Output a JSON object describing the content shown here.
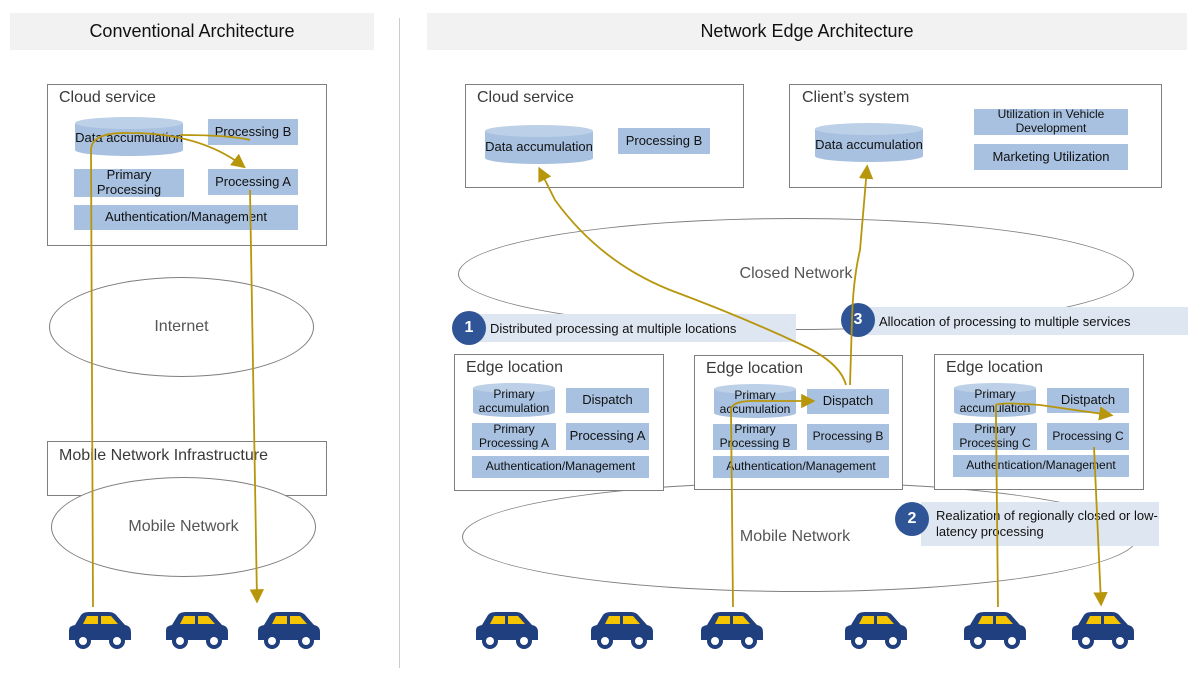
{
  "left": {
    "title": "Conventional Architecture",
    "cloud": {
      "title": "Cloud service",
      "data_accumulation": "Data accumulation",
      "processing_b": "Processing B",
      "primary_processing": "Primary Processing",
      "processing_a": "Processing A",
      "auth": "Authentication/Management"
    },
    "internet": "Internet",
    "mni": "Mobile Network Infrastructure",
    "mobile_network": "Mobile Network"
  },
  "right": {
    "title": "Network Edge Architecture",
    "cloud": {
      "title": "Cloud service",
      "data_accumulation": "Data accumulation",
      "processing_b": "Processing B"
    },
    "client": {
      "title": "Client’s system",
      "data_accumulation": "Data accumulation",
      "vehicle_dev": "Utilization in Vehicle Development",
      "marketing": "Marketing Utilization"
    },
    "closed_network": "Closed Network",
    "mobile_network": "Mobile Network",
    "edges": [
      {
        "title": "Edge location",
        "primary_accumulation": "Primary accumulation",
        "dispatch": "Dispatch",
        "primary_processing": "Primary Processing A",
        "processing": "Processing A",
        "auth": "Authentication/Management"
      },
      {
        "title": "Edge location",
        "primary_accumulation": "Primary accumulation",
        "dispatch": "Dispatch",
        "primary_processing": "Primary Processing B",
        "processing": "Processing B",
        "auth": "Authentication/Management"
      },
      {
        "title": "Edge location",
        "primary_accumulation": "Primary accumulation",
        "dispatch": "Distpatch",
        "primary_processing": "Primary Processing C",
        "processing": "Processing C",
        "auth": "Authentication/Management"
      }
    ],
    "callouts": [
      {
        "num": "1",
        "text": "Distributed processing at multiple locations"
      },
      {
        "num": "2",
        "text": "Realization of regionally closed or low-latency processing"
      },
      {
        "num": "3",
        "text": "Allocation of processing to multiple services"
      }
    ]
  },
  "colors": {
    "chip": "#a8c1e0",
    "arrow": "#b8960c",
    "badge": "#2f5597",
    "car_body": "#1f3f7f",
    "car_window": "#f5c400"
  }
}
